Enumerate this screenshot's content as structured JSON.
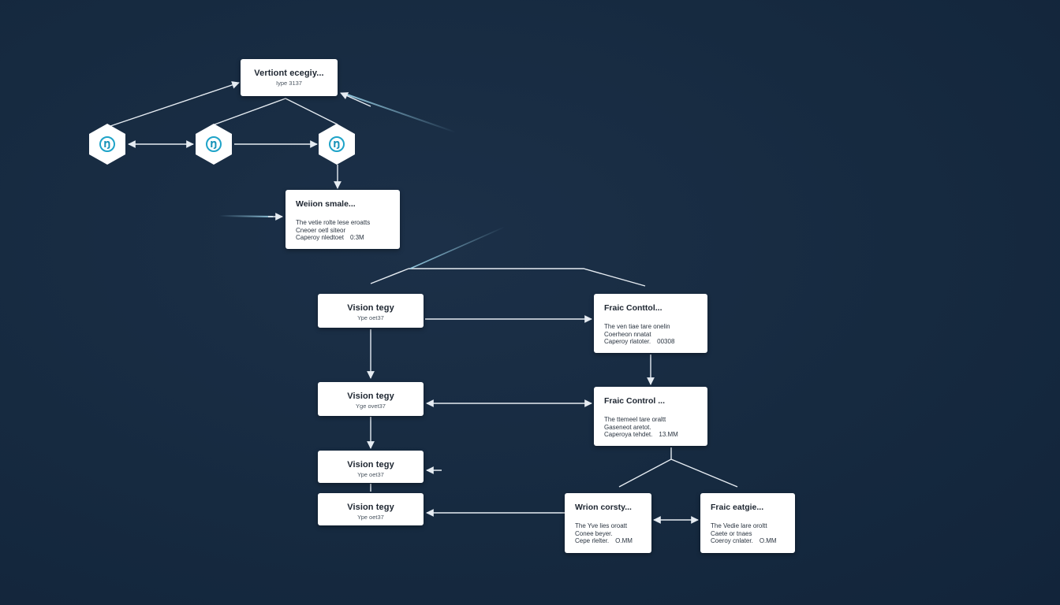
{
  "colors": {
    "background": "#162a40",
    "node_fill": "#ffffff",
    "edge": "#e6ecf2",
    "accent": "#1ea3c8"
  },
  "hexagons": [
    {
      "id": "hex-1",
      "glyph": "Ŋ",
      "icon": "hex-node-icon"
    },
    {
      "id": "hex-2",
      "glyph": "Ŋ",
      "icon": "hex-node-icon"
    },
    {
      "id": "hex-3",
      "glyph": "Ŋ",
      "icon": "hex-node-icon"
    }
  ],
  "nodes": {
    "n1": {
      "title": "Vertiont ecegiy...",
      "sub": "Iype 3137"
    },
    "n2": {
      "title": "Weiion smale...",
      "lines": [
        {
          "text": "The vetie rolte lese eroatts"
        },
        {
          "text": "Cneoer oetl siteor"
        },
        {
          "text": "Caperoy nledtoet",
          "num": "0:3M"
        }
      ]
    },
    "n3": {
      "title": "Vision tegy",
      "sub": "Ype oet37"
    },
    "n4": {
      "title": "Fraic Conttol...",
      "lines": [
        {
          "text": "The ven tiae tare onelin"
        },
        {
          "text": "Coerheon nnatat"
        },
        {
          "text": "Caperoy rlatoter.",
          "num": "00308"
        }
      ]
    },
    "n5": {
      "title": "Vision tegy",
      "sub": "Yge ovet37"
    },
    "n6": {
      "title": "Fraic Control ...",
      "lines": [
        {
          "text": "The ttemeel tare oraltt"
        },
        {
          "text": "Gaseneot aretot."
        },
        {
          "text": "Caperoya tehdet.",
          "num": "13.MM"
        }
      ]
    },
    "n7": {
      "title": "Vision tegy",
      "sub": "Ype oet37"
    },
    "n8": {
      "title": "Vision tegy",
      "sub": "Ype oet37"
    },
    "n9": {
      "title": "Wrion corsty...",
      "lines": [
        {
          "text": "The Yve lies oroatt"
        },
        {
          "text": "Conee beyer."
        },
        {
          "text": "Cepe rlelter.",
          "num": "O.MM"
        }
      ]
    },
    "n10": {
      "title": "Fraic eatgie...",
      "lines": [
        {
          "text": "The Vedie lare oroltt"
        },
        {
          "text": "Caete or tnaes"
        },
        {
          "text": "Coeroy cnlater.",
          "num": "O.MM"
        }
      ]
    }
  }
}
